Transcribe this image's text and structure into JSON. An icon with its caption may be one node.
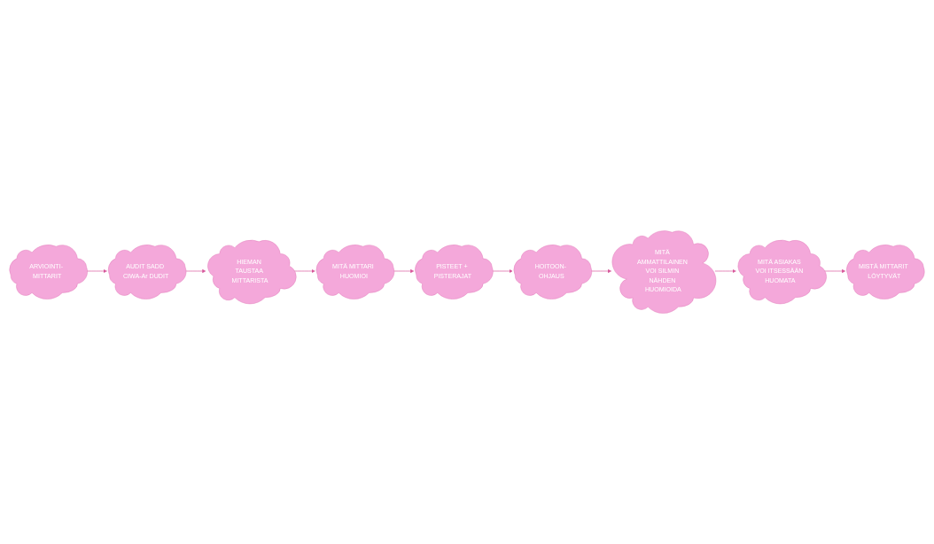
{
  "diagram": {
    "nodes": [
      {
        "text": [
          "AUDIT SADD CIWA-Ar DUDIT"
        ]
      },
      {
        "text": [
          "HIEMAN TAUSTAA MITTARISTA"
        ]
      },
      {
        "text": [
          "MITÄ MITTARI HUOMIOI"
        ]
      },
      {
        "text": [
          "MISTÄ MITTARIT LÖYTYVÄT"
        ]
      },
      {
        "text": [
          "ARVIOINTI- MITTARIT"
        ]
      },
      {
        "text": [
          "PISTEET + PISTERAJAT"
        ]
      },
      {
        "text": [
          "MITÄ ASIAKAS VOI ITSESSÄÄN HUOMATA"
        ]
      },
      {
        "text": [
          "MITÄ AMMATTILAINEN VOI SILMIN NÄHDEN HUOMIOIDA"
        ]
      },
      {
        "text": [
          "HOITOON- OHJAUS"
        ]
      }
    ],
    "edges": [
      {
        "from": 0,
        "to": 1,
        "arrow": "to"
      },
      {
        "from": 1,
        "to": 2,
        "arrow": "to"
      },
      {
        "from": 2,
        "to": 5,
        "arrow": "to"
      },
      {
        "from": 5,
        "to": 8,
        "arrow": "to"
      },
      {
        "from": 8,
        "to": 7,
        "arrow": "to"
      },
      {
        "from": 7,
        "to": 6,
        "arrow": "to"
      },
      {
        "from": 6,
        "to": 3,
        "arrow": "to"
      },
      {
        "from": 4,
        "to": 0,
        "arrow": "to"
      }
    ]
  }
}
